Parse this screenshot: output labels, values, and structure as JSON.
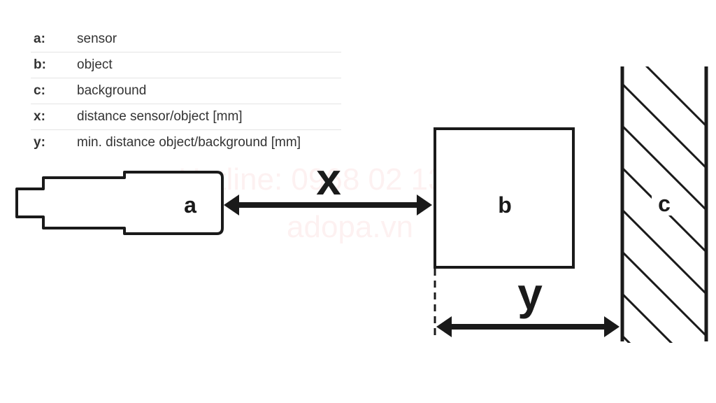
{
  "legend": [
    {
      "key": "a:",
      "description": "sensor"
    },
    {
      "key": "b:",
      "description": "object"
    },
    {
      "key": "c:",
      "description": "background"
    },
    {
      "key": "x:",
      "description": "distance sensor/object [mm]"
    },
    {
      "key": "y:",
      "description": "min. distance object/background [mm]"
    }
  ],
  "diagram": {
    "sensor_label": "a",
    "object_label": "b",
    "background_label": "c",
    "distance_x_label": "x",
    "distance_y_label": "y"
  },
  "watermark": {
    "hotline": "Hotline: 0968 02 1386",
    "site": "adopa.vn"
  }
}
